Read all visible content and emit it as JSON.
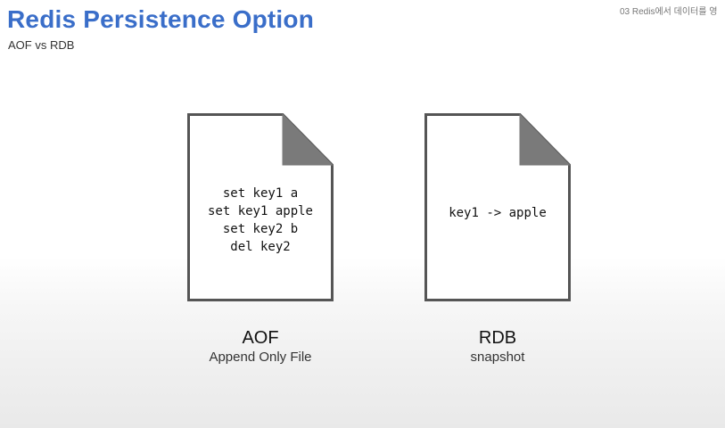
{
  "header": {
    "title": "Redis Persistence Option",
    "subtitle": "AOF vs RDB",
    "breadcrumb": "03 Redis에서 데이터를 영"
  },
  "aof": {
    "lines": [
      "set key1 a",
      "set key1 apple",
      "set key2 b",
      "del key2"
    ],
    "name": "AOF",
    "description": "Append Only File"
  },
  "rdb": {
    "lines": [
      "key1 -> apple"
    ],
    "name": "RDB",
    "description": "snapshot"
  },
  "colors": {
    "title": "#3a6ec9",
    "fold": "#7a7a7a",
    "doc_border": "#555555"
  }
}
